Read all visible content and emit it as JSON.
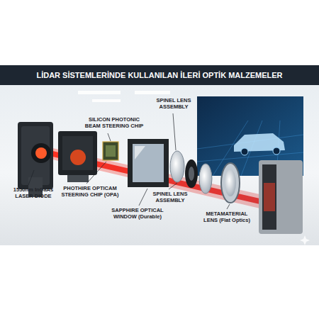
{
  "diagram": {
    "title": "LİDAR SİSTEMLERİNDE KULLANILAN İLERİ OPTİK MALZEMELER",
    "labels": [
      "SPINEL LENS ASSEMBLY",
      "SILICON PHOTONIC BEAM STEERING CHIP",
      "1550nm InGaAs LASER DIODE",
      "PHOTHIRE OPTICAM STEERING CHIP (OPA)",
      "SPINEL LENS ASSEMBLY",
      "SAPPHIRE OPTICAL WINDOW (Durable)",
      "METAMATERIAL LENS (Flat Optics)"
    ]
  }
}
